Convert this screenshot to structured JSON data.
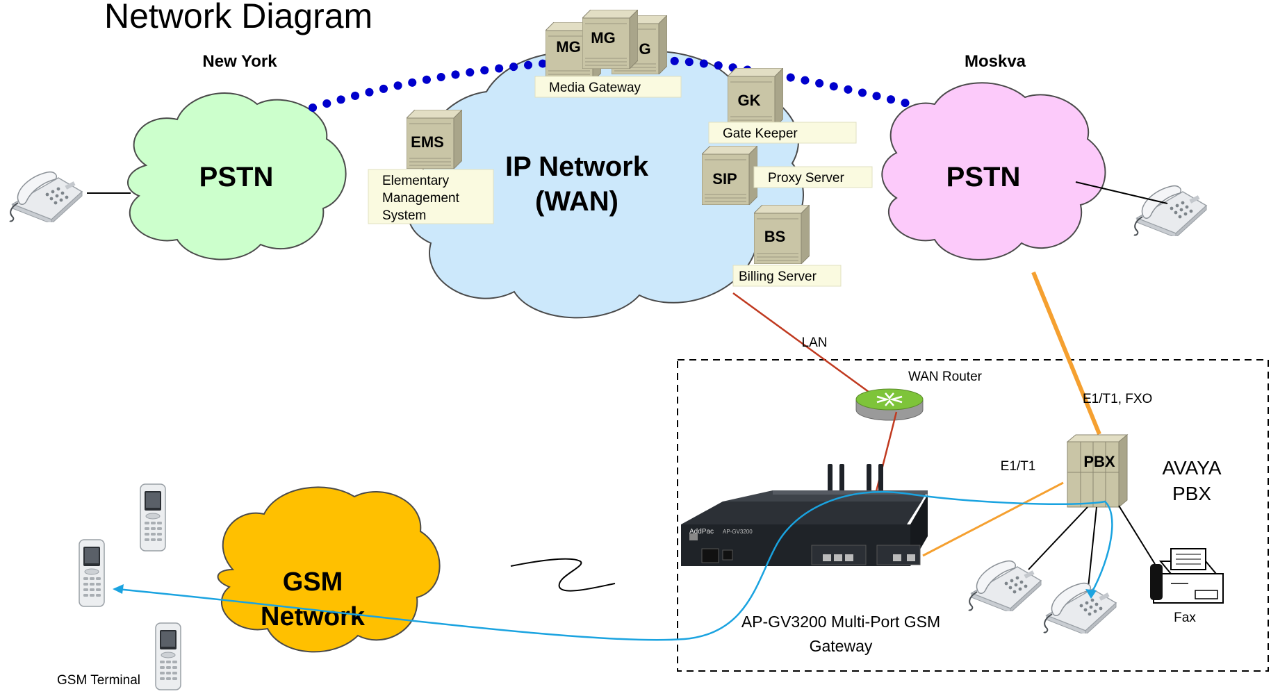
{
  "title": "Network Diagram",
  "clouds": {
    "pstn_left": {
      "label": "PSTN",
      "city": "New York",
      "color": "#ccffcc"
    },
    "ip": {
      "label_line1": "IP Network",
      "label_line2": "(WAN)",
      "color": "#cce8fb"
    },
    "pstn_right": {
      "label": "PSTN",
      "city": "Moskva",
      "color": "#fccafa"
    },
    "gsm": {
      "label_line1": "GSM",
      "label_line2": "Network",
      "color": "#ffc000"
    }
  },
  "servers": {
    "mg_front": "MG",
    "mg_mid": "MG",
    "mg_back": "G",
    "media_gateway_label": "Media Gateway",
    "ems": "EMS",
    "ems_label": [
      "Elementary",
      "Management",
      "System"
    ],
    "gk": "GK",
    "gk_label": "Gate Keeper",
    "sip": "SIP",
    "sip_label": "Proxy Server",
    "bs": "BS",
    "bs_label": "Billing Server"
  },
  "links": {
    "lan": "LAN",
    "wan_router": "WAN Router",
    "e1_fxo": "E1/T1, FXO",
    "e1": "E1/T1"
  },
  "pbx": {
    "label": "PBX",
    "name_line1": "AVAYA",
    "name_line2": "PBX"
  },
  "gateway": {
    "caption_line1": "AP-GV3200 Multi-Port  GSM",
    "caption_line2": "Gateway",
    "brand": "AddPac",
    "model": "AP-GV3200"
  },
  "fax_label": "Fax",
  "gsm_terminal_label": "GSM Terminal",
  "colors": {
    "dotted_link": "#0000cc",
    "lan_line": "#c0391f",
    "e1_line": "#f5a030",
    "gsm_line": "#1aa3e0",
    "server": "#c8c4a4"
  }
}
